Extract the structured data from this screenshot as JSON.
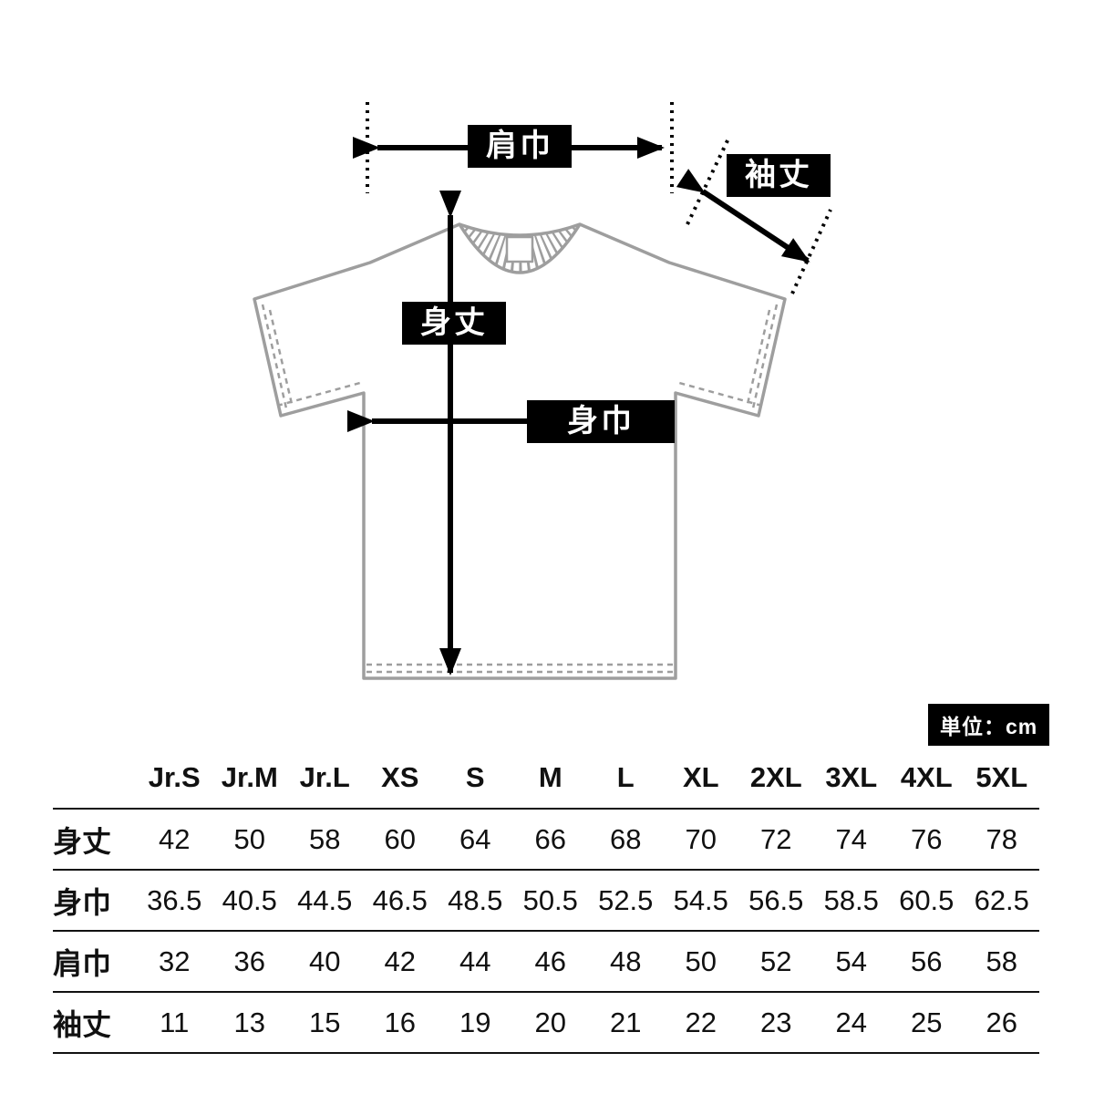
{
  "diagram": {
    "unit_label": "単位：cm",
    "labels": {
      "shoulder_width": "肩巾",
      "sleeve_length": "袖丈",
      "body_length": "身丈",
      "body_width": "身巾"
    },
    "colors": {
      "shirt_outline": "#9e9e9e",
      "annotation": "#000000"
    }
  },
  "size_table": {
    "sizes": [
      "Jr.S",
      "Jr.M",
      "Jr.L",
      "XS",
      "S",
      "M",
      "L",
      "XL",
      "2XL",
      "3XL",
      "4XL",
      "5XL"
    ],
    "rows": [
      {
        "label": "身丈",
        "values": [
          "42",
          "50",
          "58",
          "60",
          "64",
          "66",
          "68",
          "70",
          "72",
          "74",
          "76",
          "78"
        ]
      },
      {
        "label": "身巾",
        "values": [
          "36.5",
          "40.5",
          "44.5",
          "46.5",
          "48.5",
          "50.5",
          "52.5",
          "54.5",
          "56.5",
          "58.5",
          "60.5",
          "62.5"
        ]
      },
      {
        "label": "肩巾",
        "values": [
          "32",
          "36",
          "40",
          "42",
          "44",
          "46",
          "48",
          "50",
          "52",
          "54",
          "56",
          "58"
        ]
      },
      {
        "label": "袖丈",
        "values": [
          "11",
          "13",
          "15",
          "16",
          "19",
          "20",
          "21",
          "22",
          "23",
          "24",
          "25",
          "26"
        ]
      }
    ]
  }
}
